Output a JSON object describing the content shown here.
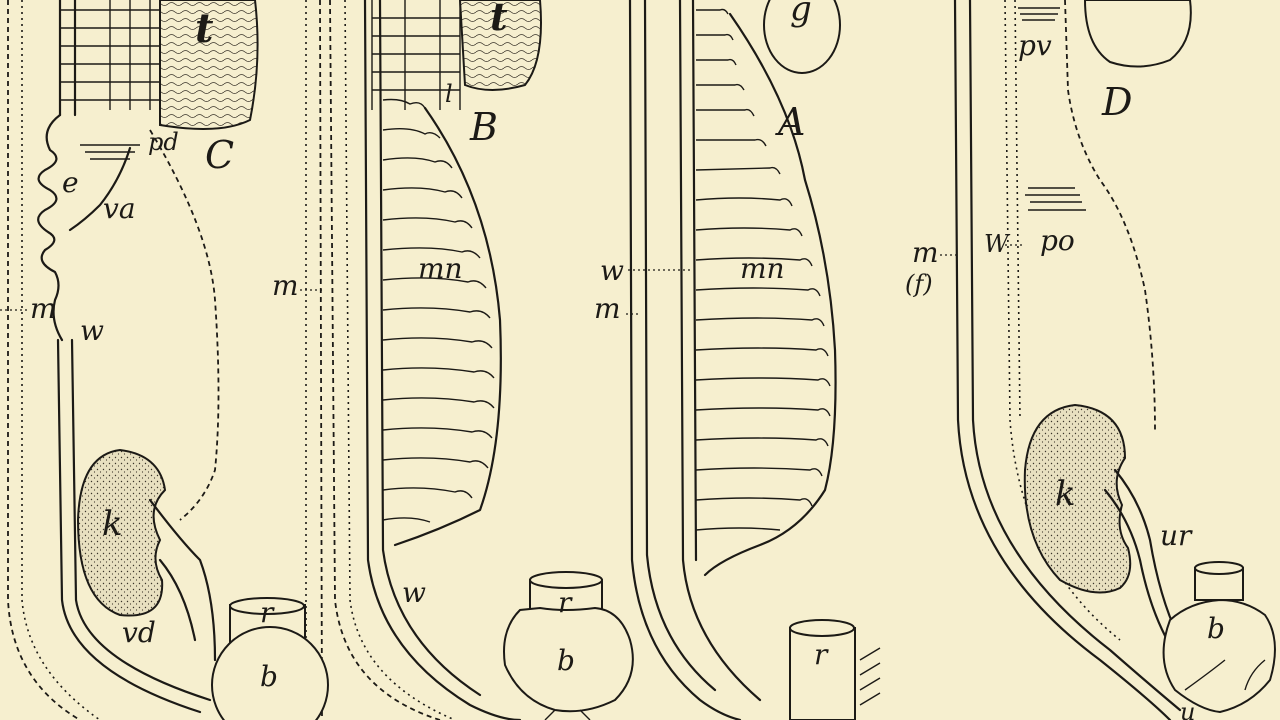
{
  "panels": {
    "C": "C",
    "B": "B",
    "A": "A",
    "D": "D"
  },
  "labels": {
    "t_c": "t",
    "t_b": "t",
    "pd": "pd",
    "e": "e",
    "va": "va",
    "m_c": "m",
    "w_c": "w",
    "m_cb": "m",
    "k_c": "k",
    "vd": "vd",
    "r_c": "r",
    "b_c": "b",
    "l_b": "l",
    "mn_b": "mn",
    "w_b": "w",
    "r_b": "r",
    "b_b": "b",
    "g_a": "g",
    "w_a": "w",
    "m_a": "m",
    "mn_a": "mn",
    "r_a": "r",
    "pv": "pv",
    "po": "po",
    "m_d": "m",
    "f_d": "(f)",
    "w_d": "W",
    "k_d": "k",
    "ur": "ur",
    "b_d": "b",
    "u_d": "u"
  }
}
